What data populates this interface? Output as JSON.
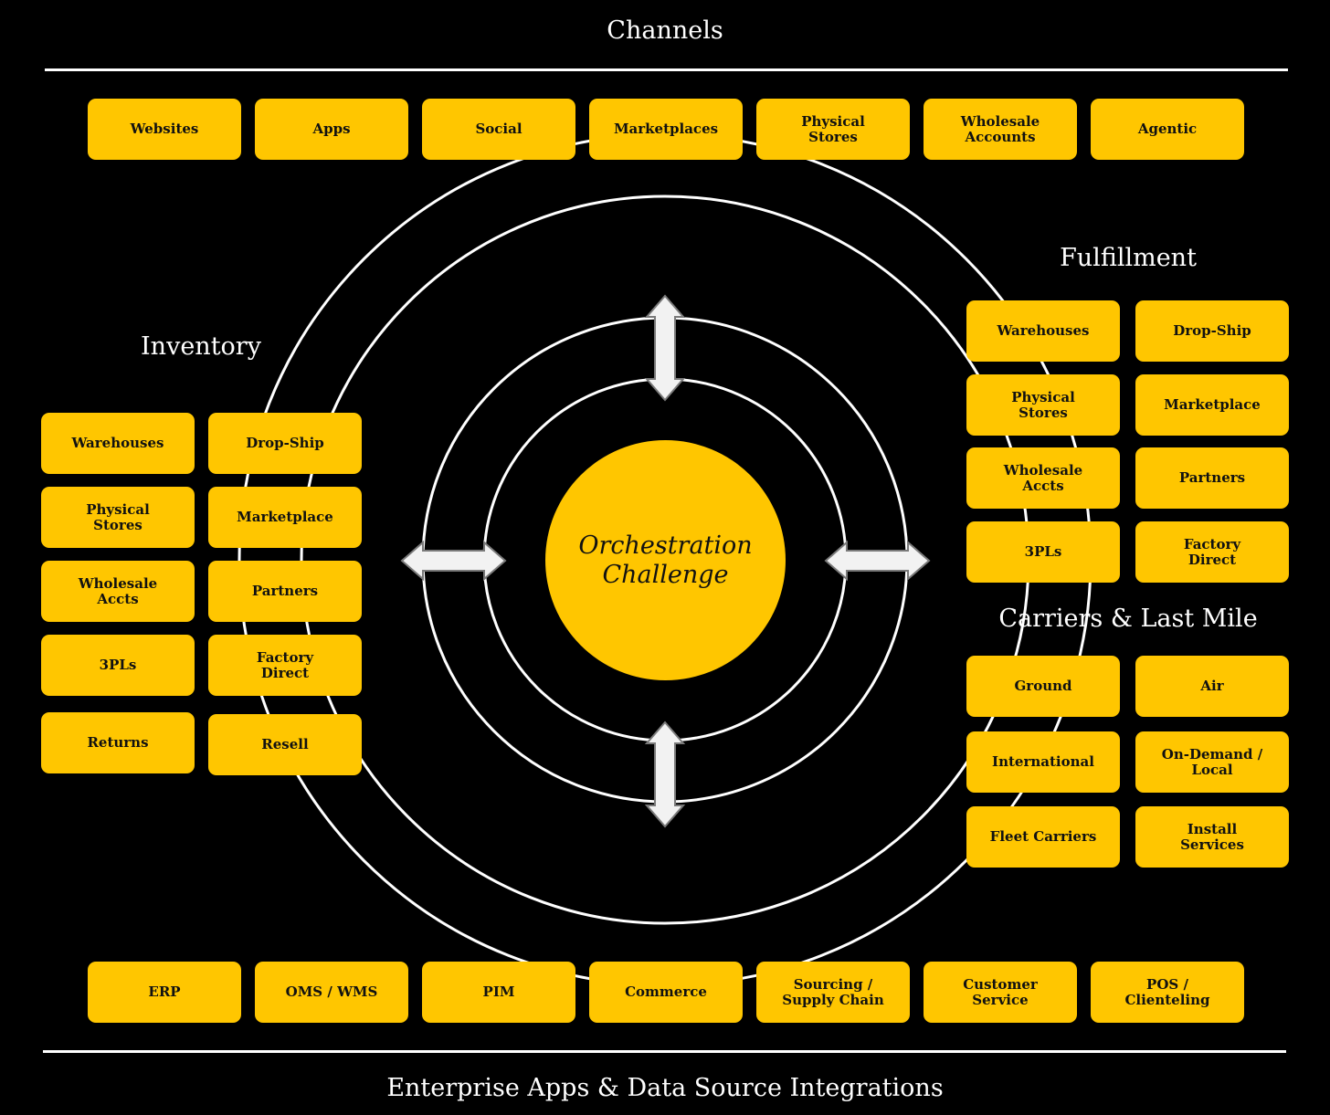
{
  "headings": {
    "channels": "Channels",
    "inventory": "Inventory",
    "fulfillment": "Fulfillment",
    "carriers": "Carriers & Last Mile",
    "enterprise": "Enterprise Apps & Data Source Integrations"
  },
  "center": {
    "label": "Orchestration\nChallenge"
  },
  "channels": [
    "Websites",
    "Apps",
    "Social",
    "Marketplaces",
    "Physical\nStores",
    "Wholesale\nAccounts",
    "Agentic"
  ],
  "inventory": {
    "left": [
      "Warehouses",
      "Physical\nStores",
      "Wholesale\nAccts",
      "3PLs",
      "Returns"
    ],
    "right": [
      "Drop-Ship",
      "Marketplace",
      "Partners",
      "Factory\nDirect",
      "Resell"
    ]
  },
  "fulfillment": {
    "left": [
      "Warehouses",
      "Physical\nStores",
      "Wholesale\nAccts",
      "3PLs"
    ],
    "right": [
      "Drop-Ship",
      "Marketplace",
      "Partners",
      "Factory\nDirect"
    ]
  },
  "carriers": {
    "left": [
      "Ground",
      "International",
      "Fleet Carriers"
    ],
    "right": [
      "Air",
      "On-Demand /\nLocal",
      "Install\nServices"
    ]
  },
  "enterprise": [
    "ERP",
    "OMS / WMS",
    "PIM",
    "Commerce",
    "Sourcing /\nSupply Chain",
    "Customer\nService",
    "POS /\nClienteling"
  ],
  "colors": {
    "accent": "#FFC600",
    "background": "#000000",
    "line": "#FFFFFF",
    "arrow": "#F2F2F2"
  }
}
